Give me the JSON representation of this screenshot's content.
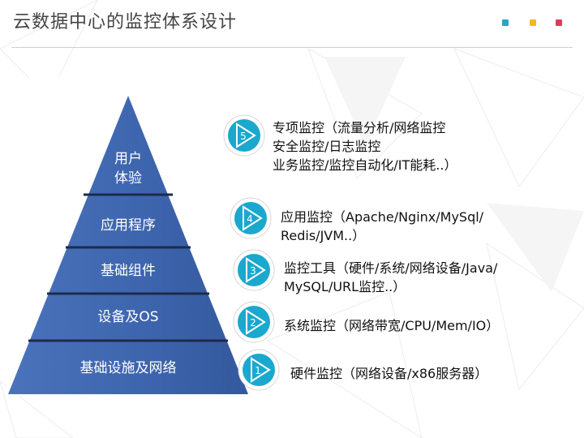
{
  "slide": {
    "title": "云数据中心的监控体系设计",
    "accent_dots": [
      "#2aa3c8",
      "#f2b820",
      "#e23b57"
    ]
  },
  "pyramid": {
    "fill": "#3f67b0",
    "levels": [
      {
        "lines": [
          "用户",
          "体验"
        ]
      },
      {
        "lines": [
          "应用程序"
        ]
      },
      {
        "lines": [
          "基础组件"
        ]
      },
      {
        "lines": [
          "设备及OS"
        ]
      },
      {
        "lines": [
          "基础设施及网络"
        ]
      }
    ]
  },
  "items": [
    {
      "number": "5",
      "lines": [
        "专项监控（流量分析/网络监控",
        "安全监控/日志监控",
        "业务监控/监控自动化/IT能耗..）"
      ]
    },
    {
      "number": "4",
      "lines": [
        "应用监控（Apache/Nginx/MySql/",
        "Redis/JVM..）"
      ]
    },
    {
      "number": "3",
      "lines": [
        "监控工具（硬件/系统/网络设备/Java/",
        "MySQL/URL监控..）"
      ]
    },
    {
      "number": "2",
      "lines": [
        "系统监控（网络带宽/CPU/Mem/IO）"
      ]
    },
    {
      "number": "1",
      "lines": [
        "硬件监控（网络设备/x86服务器）"
      ]
    }
  ],
  "badge_colors": {
    "outer": "#ffffff",
    "inner": "#1ba8cf",
    "play": "#ffffff",
    "number": "#ffffff"
  }
}
